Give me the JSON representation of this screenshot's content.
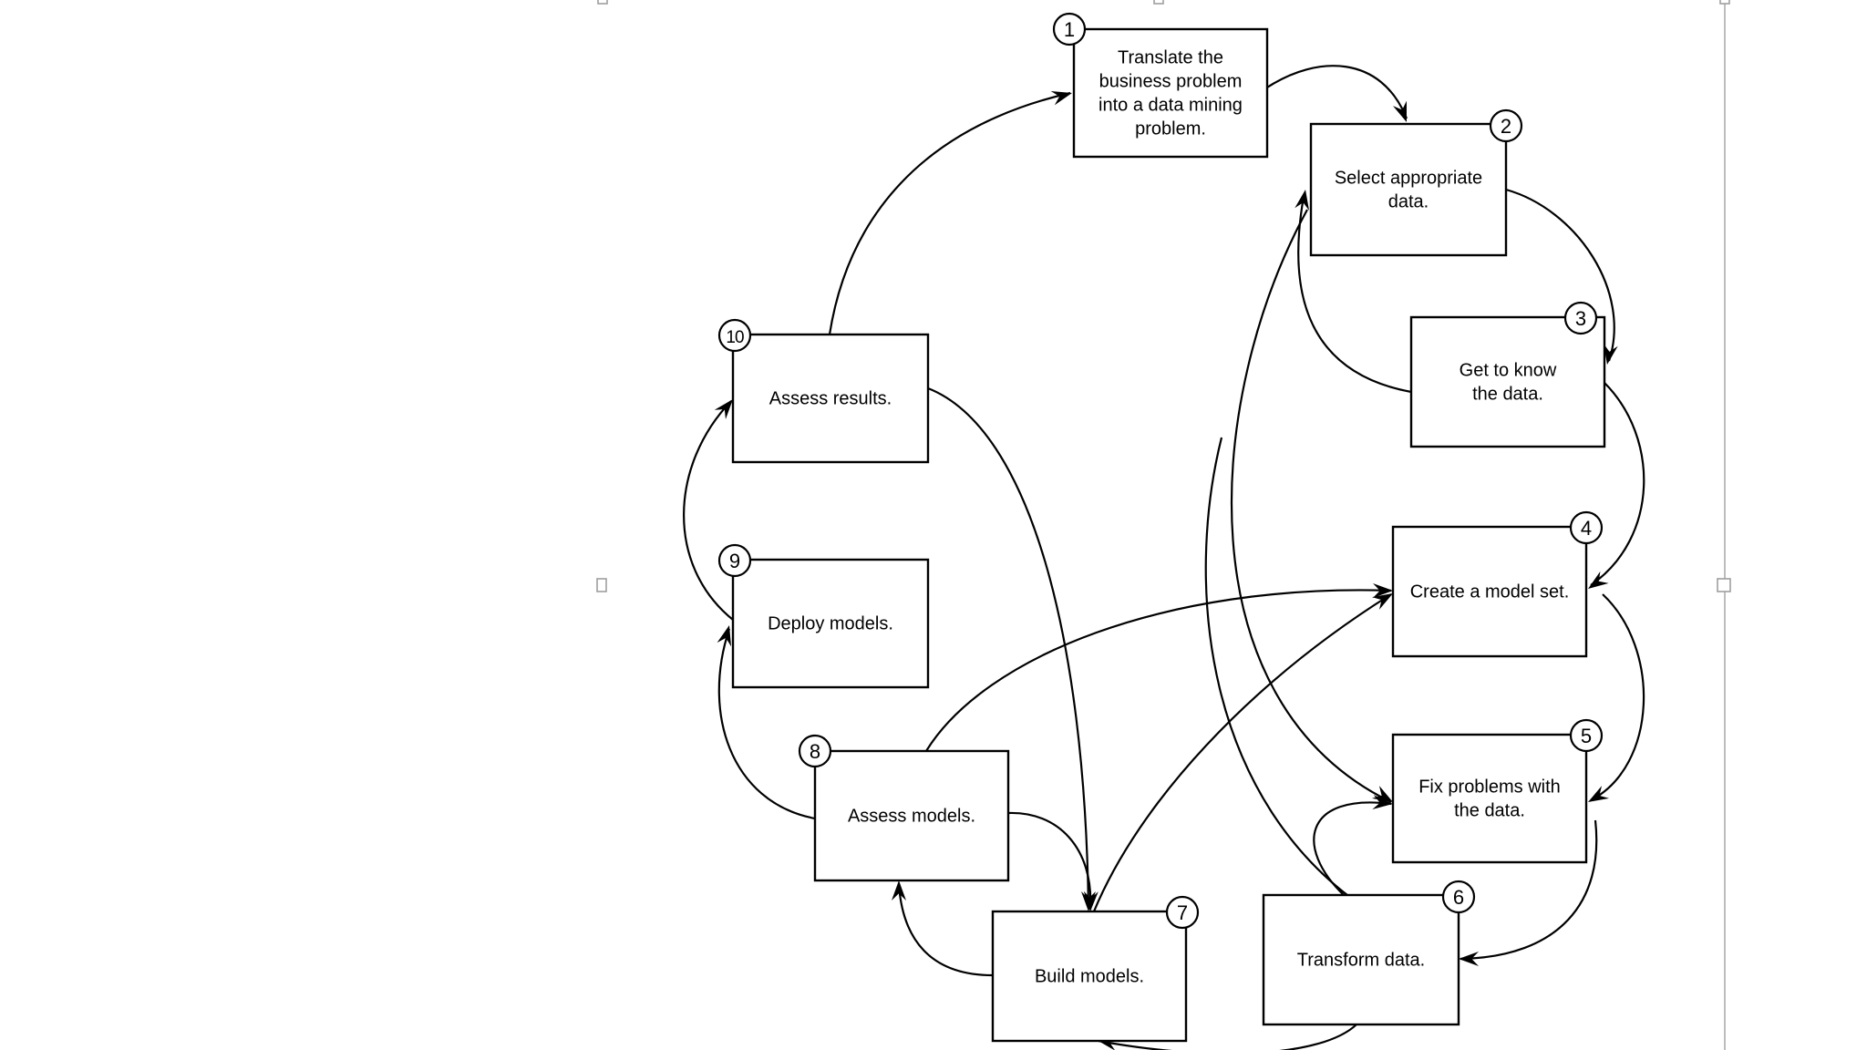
{
  "diagram": {
    "nodes": [
      {
        "id": "n1",
        "number": "1",
        "lines": [
          "Translate  the",
          "business problem",
          "into a data mining",
          "problem."
        ]
      },
      {
        "id": "n2",
        "number": "2",
        "lines": [
          "Select appropriate",
          "data."
        ]
      },
      {
        "id": "n3",
        "number": "3",
        "lines": [
          "Get to know",
          "the data."
        ]
      },
      {
        "id": "n4",
        "number": "4",
        "lines": [
          "Create a model set."
        ]
      },
      {
        "id": "n5",
        "number": "5",
        "lines": [
          "Fix problems with",
          "the data."
        ]
      },
      {
        "id": "n6",
        "number": "6",
        "lines": [
          "Transform  data."
        ]
      },
      {
        "id": "n7",
        "number": "7",
        "lines": [
          "Build models."
        ]
      },
      {
        "id": "n8",
        "number": "8",
        "lines": [
          "Assess models."
        ]
      },
      {
        "id": "n9",
        "number": "9",
        "lines": [
          "Deploy  models."
        ]
      },
      {
        "id": "n10",
        "number": "10",
        "lines": [
          "Assess results."
        ]
      }
    ],
    "edges": [
      {
        "from": "n1",
        "to": "n2"
      },
      {
        "from": "n2",
        "to": "n3"
      },
      {
        "from": "n3",
        "to": "n2"
      },
      {
        "from": "n3",
        "to": "n4"
      },
      {
        "from": "n4",
        "to": "n5"
      },
      {
        "from": "n5",
        "to": "n6"
      },
      {
        "from": "n6",
        "to": "n5"
      },
      {
        "from": "n6",
        "to": "n7"
      },
      {
        "from": "n7",
        "to": "n8"
      },
      {
        "from": "n7",
        "to": "n4"
      },
      {
        "from": "n8",
        "to": "n7"
      },
      {
        "from": "n8",
        "to": "n4"
      },
      {
        "from": "n8",
        "to": "n9"
      },
      {
        "from": "n9",
        "to": "n10"
      },
      {
        "from": "n10",
        "to": "n1"
      },
      {
        "from": "n10",
        "to": "n7"
      },
      {
        "from": "n4",
        "to": "n2"
      },
      {
        "from": "n2",
        "to": "n5"
      }
    ]
  }
}
